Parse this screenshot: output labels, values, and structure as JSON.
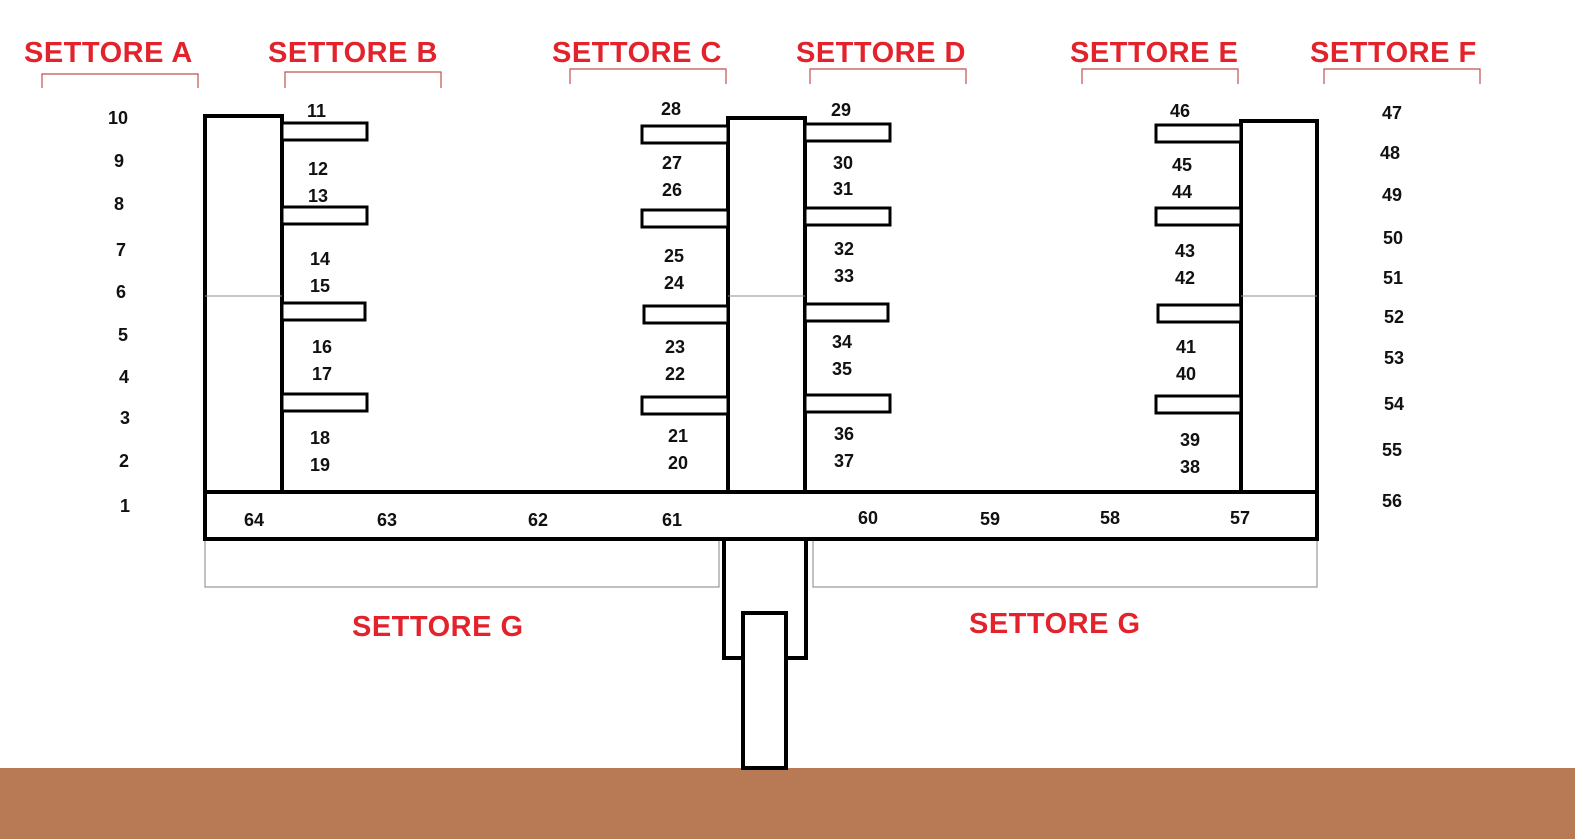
{
  "colors": {
    "sector_label": "#e3222b",
    "ground": "#b87a55",
    "structure": "#000000"
  },
  "sectors": {
    "a": "SETTORE A",
    "b": "SETTORE B",
    "c": "SETTORE C",
    "d": "SETTORE D",
    "e": "SETTORE E",
    "f": "SETTORE F",
    "g_left": "SETTORE G",
    "g_right": "SETTORE G"
  },
  "slots": {
    "sector_a": [
      "10",
      "9",
      "8",
      "7",
      "6",
      "5",
      "4",
      "3",
      "2",
      "1"
    ],
    "sector_b": [
      "11",
      "12",
      "13",
      "14",
      "15",
      "16",
      "17",
      "18",
      "19"
    ],
    "sector_c": [
      "28",
      "27",
      "26",
      "25",
      "24",
      "23",
      "22",
      "21",
      "20"
    ],
    "sector_d": [
      "29",
      "30",
      "31",
      "32",
      "33",
      "34",
      "35",
      "36",
      "37"
    ],
    "sector_e": [
      "46",
      "45",
      "44",
      "43",
      "42",
      "41",
      "40",
      "39",
      "38"
    ],
    "sector_f": [
      "47",
      "48",
      "49",
      "50",
      "51",
      "52",
      "53",
      "54",
      "55",
      "56"
    ],
    "sector_g": [
      "64",
      "63",
      "62",
      "61",
      "60",
      "59",
      "58",
      "57"
    ]
  }
}
